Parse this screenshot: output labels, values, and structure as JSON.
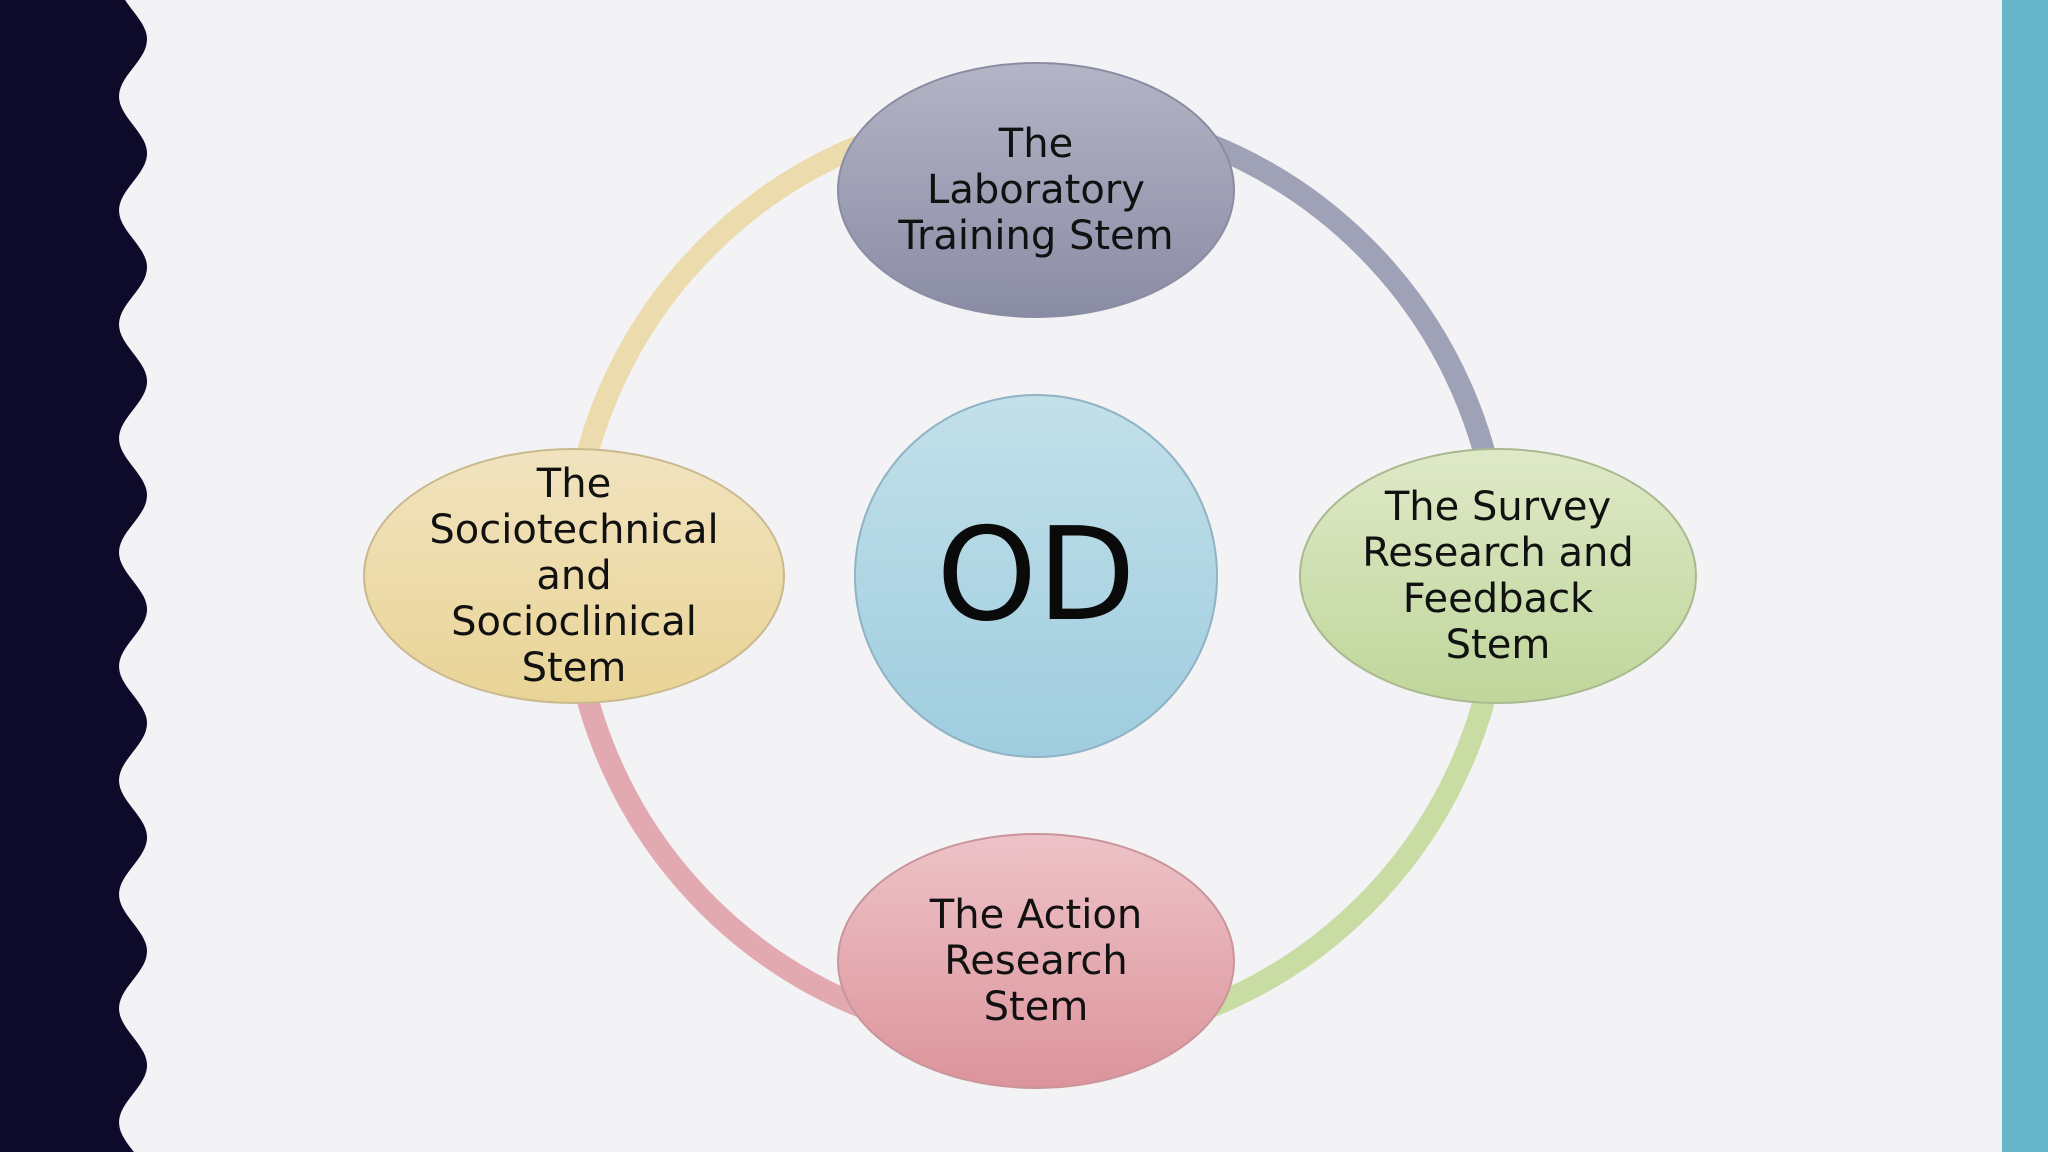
{
  "colors": {
    "background": "#f3f3f5",
    "left_band": "#0d0a2a",
    "right_band": "#66b6c9",
    "center": "#a9d2e0",
    "top": "#9a9cb2",
    "right": "#c9dba5",
    "bottom": "#e4a4aa",
    "left": "#ecd9a0"
  },
  "diagram": {
    "center": {
      "label": "OD"
    },
    "nodes": [
      {
        "id": "top",
        "label": "The\nLaboratory\nTraining Stem"
      },
      {
        "id": "right",
        "label": "The Survey\nResearch and\nFeedback\nStem"
      },
      {
        "id": "bottom",
        "label": "The Action\nResearch\nStem"
      },
      {
        "id": "left",
        "label": "The\nSociotechnical\nand\nSocioclinical\nStem"
      }
    ]
  }
}
